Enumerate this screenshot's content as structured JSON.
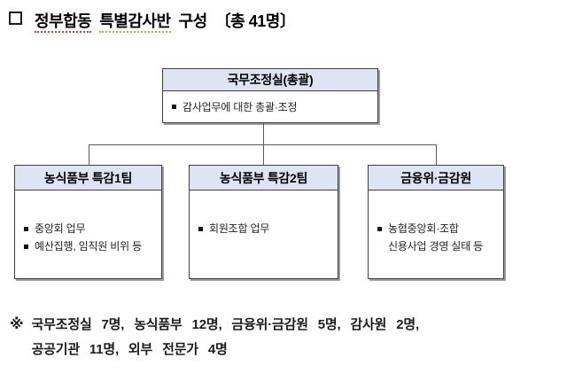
{
  "title": {
    "parts": [
      "정부합동",
      "특별감사반",
      "구성",
      "〔총 41명〕"
    ],
    "marker_icon": "empty-square"
  },
  "org_chart": {
    "root": {
      "header": "국무조정실(총괄)",
      "items": [
        "감사업무에 대한 총괄·조정"
      ]
    },
    "teams": [
      {
        "header": "농식품부 특감1팀",
        "items": [
          "중앙회 업무",
          "예산집행, 임직원 비위 등"
        ]
      },
      {
        "header": "농식품부 특감2팀",
        "items": [
          "회원조합 업무"
        ]
      },
      {
        "header": "금융위·금감원",
        "items": [
          "농협중앙회·조합",
          "신용사업 경영 실태 등"
        ]
      }
    ],
    "list_bullet_icon": "filled-square"
  },
  "footnote": {
    "marker": "※",
    "lines": [
      "국무조정실 7명, 농식품부 12명, 금융위·금감원 5명, 감사원 2명,",
      "공공기관 11명, 외부 전문가 4명"
    ]
  },
  "colors": {
    "box_header_fill": "#dfe4f5",
    "box_border": "#3f3f3f",
    "box_shadow": "#9c9c9c",
    "connector_line": "#5a5a5a",
    "title_underline_red": "#e03a2b",
    "title_underline_orange": "#e89a3c",
    "text": "#111111",
    "background": "#ffffff"
  }
}
